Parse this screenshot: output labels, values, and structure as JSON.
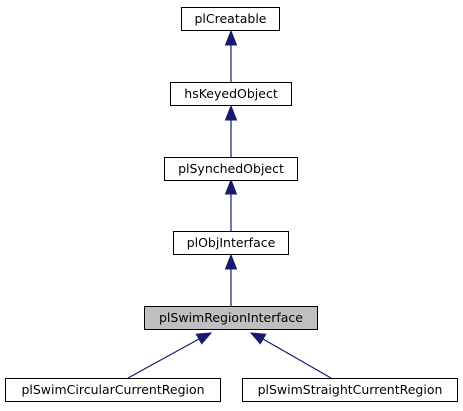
{
  "diagram": {
    "nodes": {
      "plCreatable": "plCreatable",
      "hsKeyedObject": "hsKeyedObject",
      "plSynchedObject": "plSynchedObject",
      "plObjInterface": "plObjInterface",
      "plSwimRegionInterface": "plSwimRegionInterface",
      "plSwimCircularCurrentRegion": "plSwimCircularCurrentRegion",
      "plSwimStraightCurrentRegion": "plSwimStraightCurrentRegion"
    },
    "highlighted": "plSwimRegionInterface",
    "edges": [
      {
        "from": "hsKeyedObject",
        "to": "plCreatable"
      },
      {
        "from": "plSynchedObject",
        "to": "hsKeyedObject"
      },
      {
        "from": "plObjInterface",
        "to": "plSynchedObject"
      },
      {
        "from": "plSwimRegionInterface",
        "to": "plObjInterface"
      },
      {
        "from": "plSwimCircularCurrentRegion",
        "to": "plSwimRegionInterface"
      },
      {
        "from": "plSwimStraightCurrentRegion",
        "to": "plSwimRegionInterface"
      }
    ],
    "colors": {
      "edge": "#191970",
      "highlight_fill": "#bfbfbf",
      "box_fill": "#ffffff",
      "border": "#000000"
    }
  }
}
